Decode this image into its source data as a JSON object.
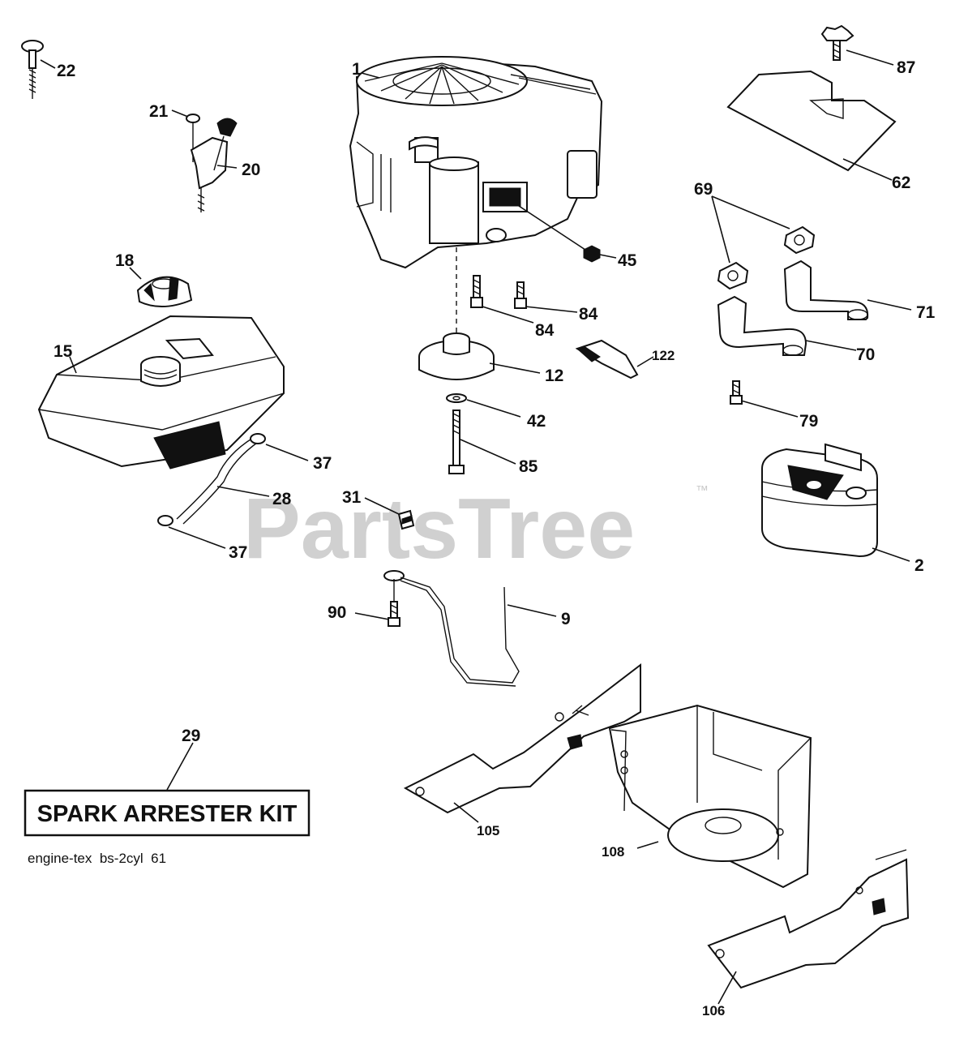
{
  "watermark": {
    "text": "PartsTree",
    "trademark": "™"
  },
  "kit_box": {
    "label": "SPARK ARRESTER KIT"
  },
  "drawing_id": "engine-tex  bs-2cyl  61",
  "callouts": {
    "p1": "1",
    "p2": "2",
    "p9": "9",
    "p12": "12",
    "p15": "15",
    "p18": "18",
    "p20": "20",
    "p21": "21",
    "p22": "22",
    "p28": "28",
    "p29": "29",
    "p31": "31",
    "p37a": "37",
    "p37b": "37",
    "p42": "42",
    "p45": "45",
    "p62": "62",
    "p69": "69",
    "p70": "70",
    "p71": "71",
    "p79": "79",
    "p84a": "84",
    "p84b": "84",
    "p85": "85",
    "p87": "87",
    "p90": "90",
    "p105": "105",
    "p106": "106",
    "p108": "108",
    "p122": "122"
  }
}
